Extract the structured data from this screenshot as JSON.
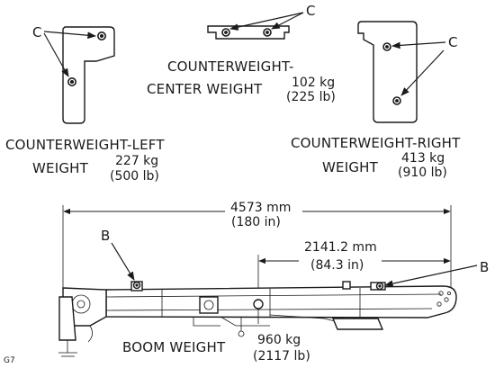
{
  "left_weight": {
    "name": "COUNTERWEIGHT-LEFT",
    "word": "WEIGHT",
    "kg": "227 kg",
    "lb": "(500 lb)",
    "callout": "C"
  },
  "center_weight": {
    "name_line1": "COUNTERWEIGHT-",
    "name_line2": "CENTER WEIGHT",
    "kg": "102 kg",
    "lb": "(225 lb)",
    "callout": "C"
  },
  "right_weight": {
    "name": "COUNTERWEIGHT-RIGHT",
    "word": "WEIGHT",
    "kg": "413 kg",
    "lb": "(910 lb)",
    "callout": "C"
  },
  "boom": {
    "overall_mm": "4573 mm",
    "overall_in": "(180 in)",
    "cg_mm": "2141.2 mm",
    "cg_in": "(84.3 in)",
    "callout_left": "B",
    "callout_right": "B",
    "label": "BOOM WEIGHT",
    "kg": "960 kg",
    "lb": "(2117 lb)"
  },
  "figure_id": "G7"
}
